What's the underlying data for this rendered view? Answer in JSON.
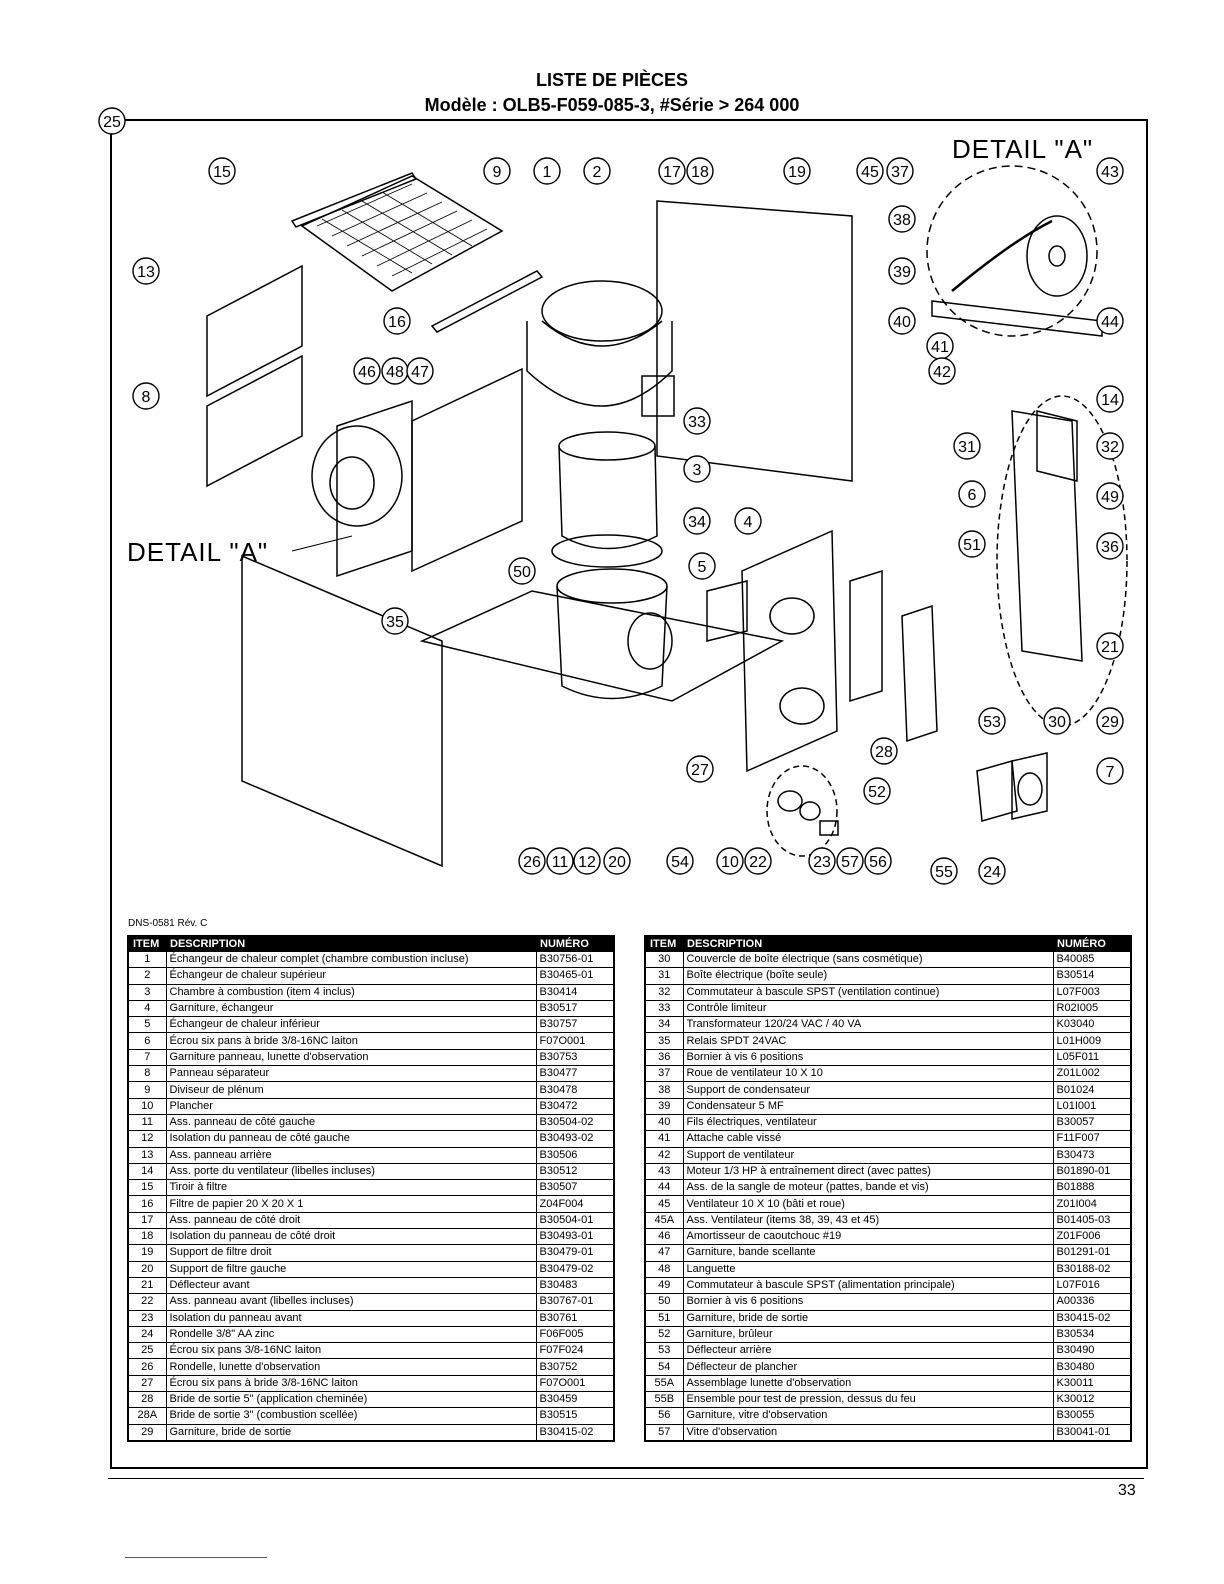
{
  "title": "LISTE DE PIÈCES",
  "subtitle": "Modèle : OLB5-F059-085-3, #Série > 264 000",
  "diagram": {
    "detail_label_top": "DETAIL \"A\"",
    "detail_label_left": "DETAIL \"A\"",
    "callouts": [
      "15",
      "9",
      "1",
      "2",
      "17",
      "18",
      "19",
      "45",
      "37",
      "43",
      "38",
      "39",
      "13",
      "16",
      "40",
      "44",
      "41",
      "42",
      "46",
      "48",
      "47",
      "8",
      "14",
      "31",
      "32",
      "33",
      "3",
      "6",
      "49",
      "34",
      "4",
      "51",
      "36",
      "50",
      "5",
      "21",
      "35",
      "53",
      "30",
      "29",
      "28",
      "7",
      "27",
      "52",
      "26",
      "11",
      "12",
      "20",
      "54",
      "10",
      "22",
      "23",
      "57",
      "56",
      "55",
      "24",
      "25"
    ]
  },
  "doc_ref": "DNS-0581 Rév. C",
  "table_headers": {
    "item": "ITEM",
    "description": "DESCRIPTION",
    "numero": "NUMÉRO"
  },
  "parts_left": [
    {
      "item": "1",
      "desc": "Échangeur de chaleur complet (chambre combustion incluse)",
      "num": "B30756-01"
    },
    {
      "item": "2",
      "desc": "Échangeur de chaleur supérieur",
      "num": "B30465-01"
    },
    {
      "item": "3",
      "desc": "Chambre à combustion (item 4 inclus)",
      "num": "B30414"
    },
    {
      "item": "4",
      "desc": "Garniture, échangeur",
      "num": "B30517"
    },
    {
      "item": "5",
      "desc": "Échangeur de chaleur inférieur",
      "num": "B30757"
    },
    {
      "item": "6",
      "desc": "Écrou six pans à bride 3/8-16NC laiton",
      "num": "F07O001"
    },
    {
      "item": "7",
      "desc": "Garniture panneau, lunette d'observation",
      "num": "B30753"
    },
    {
      "item": "8",
      "desc": "Panneau séparateur",
      "num": "B30477"
    },
    {
      "item": "9",
      "desc": "Diviseur de plénum",
      "num": "B30478"
    },
    {
      "item": "10",
      "desc": "Plancher",
      "num": "B30472"
    },
    {
      "item": "11",
      "desc": "Ass. panneau de côté gauche",
      "num": "B30504-02"
    },
    {
      "item": "12",
      "desc": "Isolation du panneau de côté gauche",
      "num": "B30493-02"
    },
    {
      "item": "13",
      "desc": "Ass. panneau arrière",
      "num": "B30506"
    },
    {
      "item": "14",
      "desc": "Ass. porte du ventilateur (libelles incluses)",
      "num": "B30512"
    },
    {
      "item": "15",
      "desc": "Tiroir à filtre",
      "num": "B30507"
    },
    {
      "item": "16",
      "desc": "Filtre de papier 20 X 20 X 1",
      "num": "Z04F004"
    },
    {
      "item": "17",
      "desc": "Ass. panneau de côté droit",
      "num": "B30504-01"
    },
    {
      "item": "18",
      "desc": "Isolation du panneau de côté droit",
      "num": "B30493-01"
    },
    {
      "item": "19",
      "desc": "Support de filtre droit",
      "num": "B30479-01"
    },
    {
      "item": "20",
      "desc": "Support de filtre gauche",
      "num": "B30479-02"
    },
    {
      "item": "21",
      "desc": "Déflecteur avant",
      "num": "B30483"
    },
    {
      "item": "22",
      "desc": "Ass. panneau avant (libelles incluses)",
      "num": "B30767-01"
    },
    {
      "item": "23",
      "desc": "Isolation du panneau avant",
      "num": "B30761"
    },
    {
      "item": "24",
      "desc": "Rondelle 3/8\" AA zinc",
      "num": "F06F005"
    },
    {
      "item": "25",
      "desc": "Écrou six pans 3/8-16NC laiton",
      "num": "F07F024"
    },
    {
      "item": "26",
      "desc": "Rondelle, lunette d'observation",
      "num": "B30752"
    },
    {
      "item": "27",
      "desc": "Écrou six pans à bride 3/8-16NC laiton",
      "num": "F07O001"
    },
    {
      "item": "28",
      "desc": "Bride de sortie 5\" (application cheminée)",
      "num": "B30459"
    },
    {
      "item": "28A",
      "desc": "Bride de sortie 3\" (combustion scellée)",
      "num": "B30515"
    },
    {
      "item": "29",
      "desc": "Garniture, bride de sortie",
      "num": "B30415-02"
    }
  ],
  "parts_right": [
    {
      "item": "30",
      "desc": "Couvercle de boîte électrique (sans cosmétique)",
      "num": "B40085"
    },
    {
      "item": "31",
      "desc": "Boîte électrique (boîte seule)",
      "num": "B30514"
    },
    {
      "item": "32",
      "desc": "Commutateur à bascule SPST (ventilation continue)",
      "num": "L07F003"
    },
    {
      "item": "33",
      "desc": "Contrôle limiteur",
      "num": "R02I005"
    },
    {
      "item": "34",
      "desc": "Transformateur 120/24 VAC / 40 VA",
      "num": "K03040"
    },
    {
      "item": "35",
      "desc": "Relais SPDT 24VAC",
      "num": "L01H009"
    },
    {
      "item": "36",
      "desc": "Bornier à vis 6 positions",
      "num": "L05F011"
    },
    {
      "item": "37",
      "desc": "Roue de ventilateur 10 X 10",
      "num": "Z01L002"
    },
    {
      "item": "38",
      "desc": "Support de condensateur",
      "num": "B01024"
    },
    {
      "item": "39",
      "desc": "Condensateur 5 MF",
      "num": "L01I001"
    },
    {
      "item": "40",
      "desc": "Fils électriques, ventilateur",
      "num": "B30057"
    },
    {
      "item": "41",
      "desc": "Attache cable vissé",
      "num": "F11F007"
    },
    {
      "item": "42",
      "desc": "Support de ventilateur",
      "num": "B30473"
    },
    {
      "item": "43",
      "desc": "Moteur 1/3 HP à entraînement direct (avec pattes)",
      "num": "B01890-01"
    },
    {
      "item": "44",
      "desc": "Ass. de la sangle de moteur (pattes, bande et vis)",
      "num": "B01888"
    },
    {
      "item": "45",
      "desc": "Ventilateur 10 X 10 (bâti et roue)",
      "num": "Z01I004"
    },
    {
      "item": "45A",
      "desc": "Ass. Ventilateur (items 38, 39, 43 et 45)",
      "num": "B01405-03"
    },
    {
      "item": "46",
      "desc": "Amortisseur de caoutchouc #19",
      "num": "Z01F006"
    },
    {
      "item": "47",
      "desc": "Garniture, bande scellante",
      "num": "B01291-01"
    },
    {
      "item": "48",
      "desc": "Languette",
      "num": "B30188-02"
    },
    {
      "item": "49",
      "desc": "Commutateur à bascule SPST (alimentation principale)",
      "num": "L07F016"
    },
    {
      "item": "50",
      "desc": "Bornier à vis 6 positions",
      "num": "A00336"
    },
    {
      "item": "51",
      "desc": "Garniture, bride de sortie",
      "num": "B30415-02"
    },
    {
      "item": "52",
      "desc": "Garniture, brûleur",
      "num": "B30534"
    },
    {
      "item": "53",
      "desc": "Déflecteur arrière",
      "num": "B30490"
    },
    {
      "item": "54",
      "desc": "Déflecteur de plancher",
      "num": "B30480"
    },
    {
      "item": "55A",
      "desc": "Assemblage lunette d'observation",
      "num": "K30011"
    },
    {
      "item": "55B",
      "desc": "Ensemble pour test de pression, dessus du feu",
      "num": "K30012"
    },
    {
      "item": "56",
      "desc": "Garniture, vitre d'observation",
      "num": "B30055"
    },
    {
      "item": "57",
      "desc": "Vitre d'observation",
      "num": "B30041-01"
    }
  ],
  "page_number": "33"
}
